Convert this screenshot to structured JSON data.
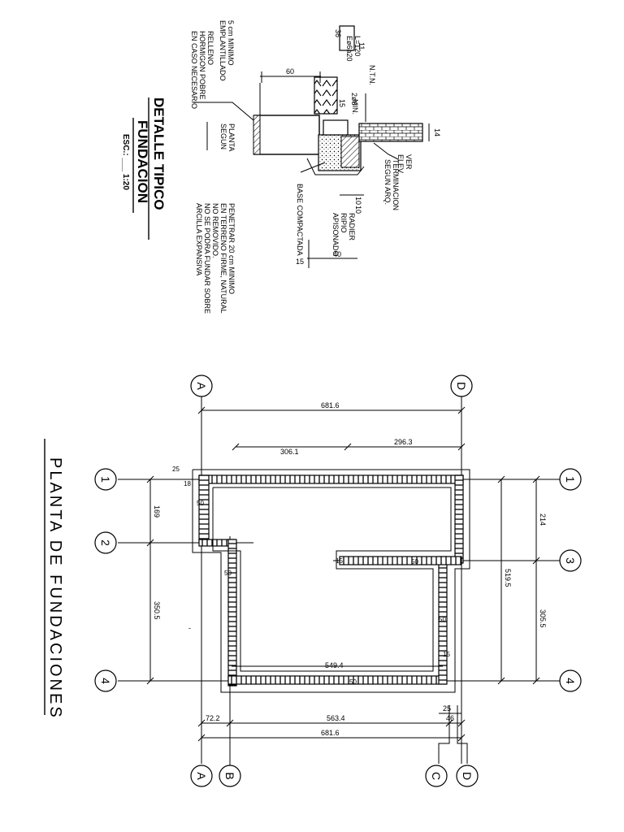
{
  "plan": {
    "title": "PLANTA DE FUNDACIONES",
    "axes_letters": [
      "A",
      "B",
      "C",
      "D"
    ],
    "axes_numbers": [
      "1",
      "2",
      "3",
      "4"
    ],
    "dimensions": {
      "top_total": "681.6",
      "top_part_1": "306.1",
      "top_part_2": "296.3",
      "bottom_total": "681.6",
      "bottom_part_a": "72.2",
      "bottom_part_b": "563.4",
      "bottom_right_a": "25",
      "bottom_right_b": "46",
      "left_upper": "169",
      "left_lower": "350.5",
      "right_upper": "214",
      "right_lower": "305.5",
      "right_total": "519.5",
      "inner_span": "549.4",
      "small_25": "25",
      "small_50a": "50",
      "small_50b": "50",
      "small_50c": "50",
      "small_50d": "50",
      "small_50e": "50",
      "small_18": "18",
      "small_15a": "15",
      "small_15b": "15",
      "small_mark": "-"
    }
  },
  "detail": {
    "title": "DETALLE TIPICO",
    "subtitle": "FUNDACION",
    "scale": "ESC.: ___ 1:20",
    "notes_fill": [
      "5 cm MINIMO",
      "EMPLANTILLADO"
    ],
    "notes_left": [
      "RELLENO",
      "HORMIGON POBRE",
      "EN CASO NECESARIO"
    ],
    "dim_60": "60",
    "rebar_box": [
      "36",
      "11"
    ],
    "rebar_label": [
      "Eø6à20",
      "L=120"
    ],
    "ntn": "N.T.N.",
    "bars": "2ø8",
    "min_15": "15",
    "min_label": "MIN.",
    "segun_planta": [
      "SEGUN",
      "PLANTA"
    ],
    "dim_14": "14",
    "ver_elev": [
      "VER",
      "ELEV."
    ],
    "terminacion": [
      "TERMINACION",
      "SEGUN ARQ."
    ],
    "radier": [
      "10",
      "10",
      "RADIER",
      "RIPIO",
      "APISONADO"
    ],
    "base": "BASE COMPACTADA",
    "dim_40": "40",
    "dim_15b": "15",
    "penetrar": [
      "PENETRAR 20 cm MINIMO",
      "EN TERRENO FIRME, NATURAL",
      "NO REMOVIDO.",
      "NO SE PODRA FUNDAR SOBRE",
      "ARCILLA EXPANSIVA"
    ]
  }
}
